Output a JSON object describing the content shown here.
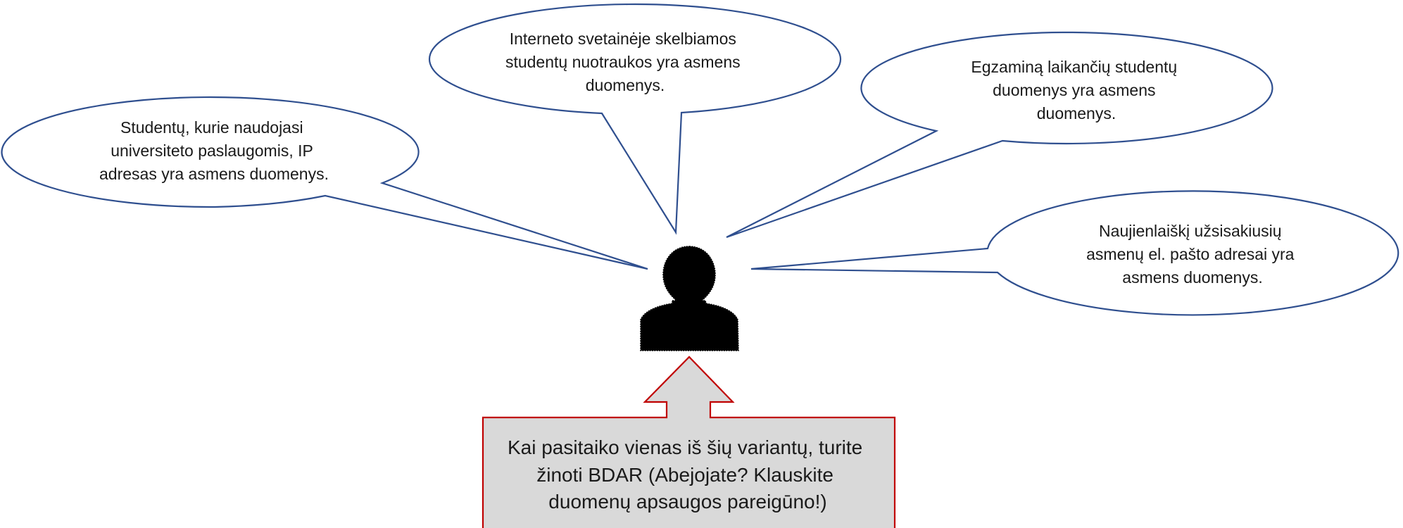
{
  "bubbles": [
    {
      "id": "ip-address",
      "lines": [
        "Studentų, kurie naudojasi",
        "universiteto paslaugomis, IP",
        "adresas yra asmens duomenys."
      ]
    },
    {
      "id": "photos",
      "lines": [
        "Interneto svetainėje skelbiamos",
        "studentų nuotraukos yra asmens",
        "duomenys."
      ]
    },
    {
      "id": "exam-data",
      "lines": [
        "Egzaminą laikančių studentų",
        "duomenys yra asmens",
        "duomenys."
      ]
    },
    {
      "id": "newsletter-emails",
      "lines": [
        "Naujienlaiškį užsisakiusių",
        "asmenų el. pašto adresai yra",
        "asmens duomenys."
      ]
    }
  ],
  "callout": {
    "lines": [
      "Kai pasitaiko vienas iš šių variantų, turite",
      "žinoti BDAR (Abejojate? Klauskite",
      "duomenų apsaugos pareigūno!)"
    ]
  },
  "colors": {
    "bubble_stroke": "#2f4f8f",
    "callout_stroke": "#c00000",
    "callout_fill": "#d9d9d9",
    "person_fill": "#000000"
  }
}
